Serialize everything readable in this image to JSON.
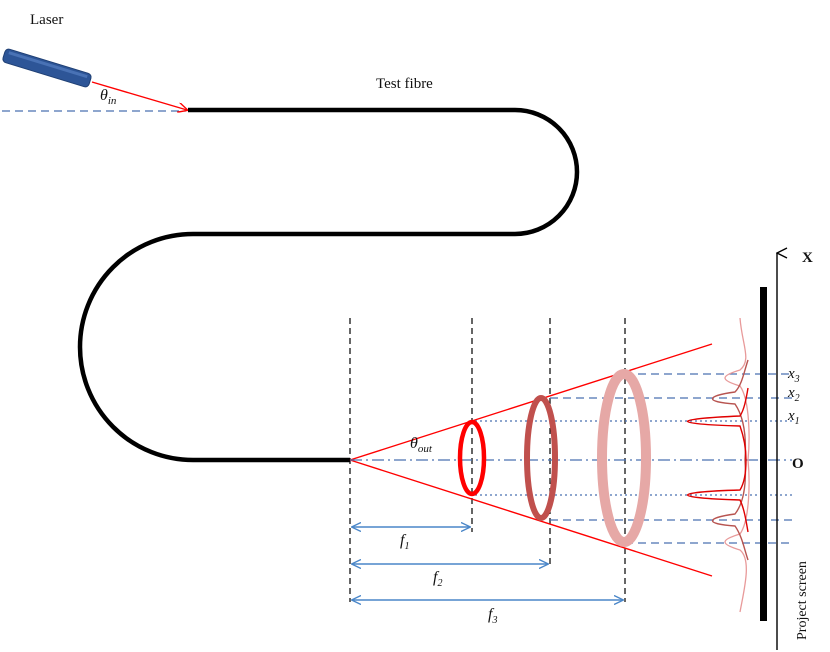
{
  "labels": {
    "laser": "Laser",
    "test_fibre": "Test fibre",
    "theta_in": {
      "symbol": "θ",
      "sub": "in"
    },
    "theta_out": {
      "symbol": "θ",
      "sub": "out"
    },
    "f1": {
      "symbol": "f",
      "sub": "1"
    },
    "f2": {
      "symbol": "f",
      "sub": "2"
    },
    "f3": {
      "symbol": "f",
      "sub": "3"
    },
    "x1": {
      "symbol": "x",
      "sub": "1"
    },
    "x2": {
      "symbol": "x",
      "sub": "2"
    },
    "x3": {
      "symbol": "x",
      "sub": "3"
    },
    "origin": "O",
    "axis_x": "X",
    "project_screen": "Project screen"
  },
  "colors": {
    "fibre": "#000000",
    "beam": "#ff0000",
    "axis_dashed": "#4a72b0",
    "dimension_arrow": "#4a86c8",
    "laser_body": "#2d5597",
    "ring_1": "#ff0000",
    "ring_2": "#c0504d",
    "ring_3": "#e6a8a6",
    "profile_1": "#e00000",
    "profile_2": "#b85450",
    "profile_3": "#e89a9a"
  }
}
